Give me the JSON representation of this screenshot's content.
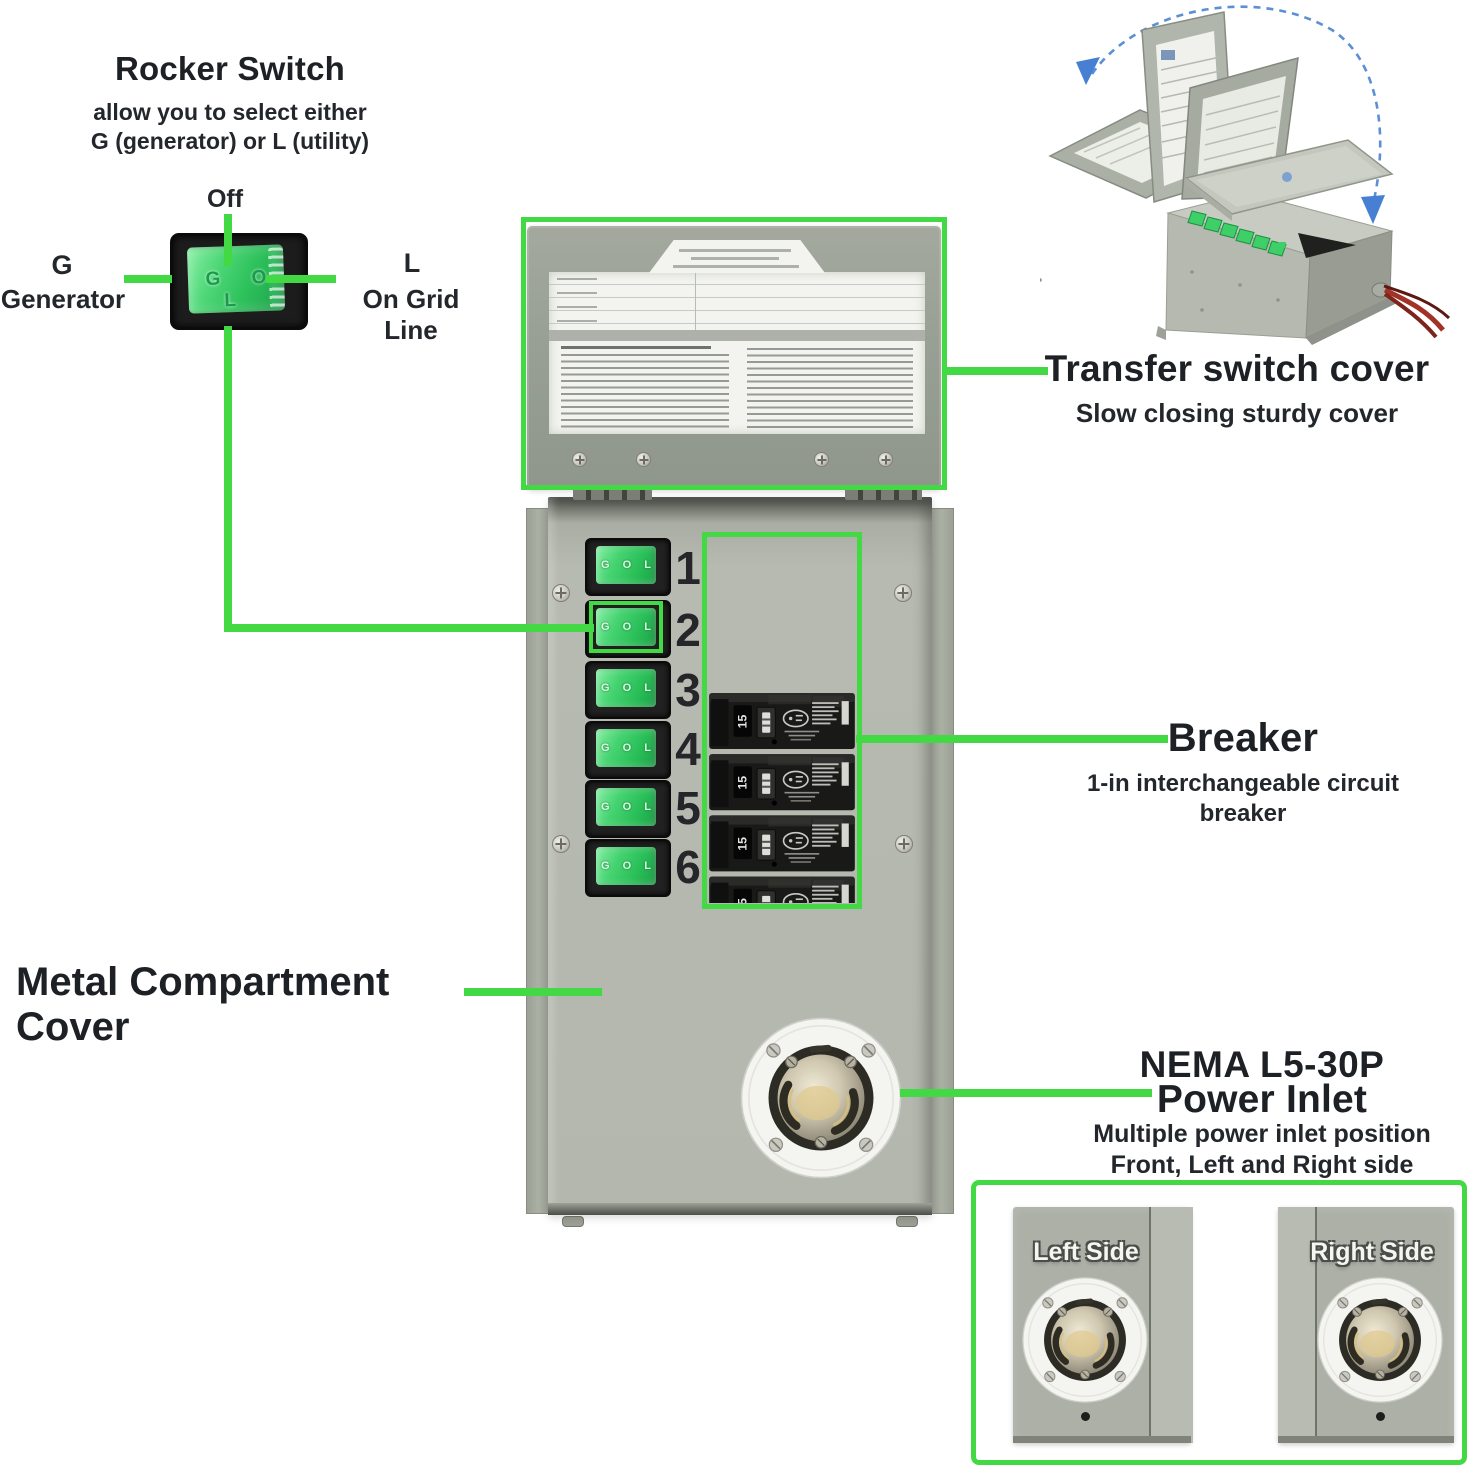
{
  "colors": {
    "annotation_green": "#42d945",
    "switch_green": "#3ecb63",
    "cabinet_gray": "#b4b8ae",
    "arrow_blue": "#5b8fd6"
  },
  "rocker_switch": {
    "title": "Rocker Switch",
    "subtitle_line1": "allow you to select either",
    "subtitle_line2": "G (generator) or L (utility)",
    "off_label": "Off",
    "generator_letter": "G",
    "generator_label": "Generator",
    "utility_letter": "L",
    "utility_label": "On Grid Line",
    "gol_text": "G O L"
  },
  "transfer_cover": {
    "title": "Transfer switch cover",
    "subtitle": "Slow closing sturdy cover"
  },
  "breaker_label": {
    "title": "Breaker",
    "subtitle_line1": "1-in interchangeable circuit",
    "subtitle_line2": "breaker"
  },
  "metal_cover": {
    "label": "Metal Compartment Cover"
  },
  "power_inlet": {
    "title_line1": "NEMA L5-30P",
    "title_line2": "Power Inlet",
    "subtitle_line1": "Multiple power inlet position",
    "subtitle_line2": "Front, Left and Right side"
  },
  "side_views": {
    "left_label": "Left Side",
    "right_label": "Right Side"
  },
  "panel": {
    "switch_numbers": [
      "1",
      "2",
      "3",
      "4",
      "5",
      "6"
    ],
    "switch_gol_text": "G O L",
    "breaker_amp": "15"
  }
}
